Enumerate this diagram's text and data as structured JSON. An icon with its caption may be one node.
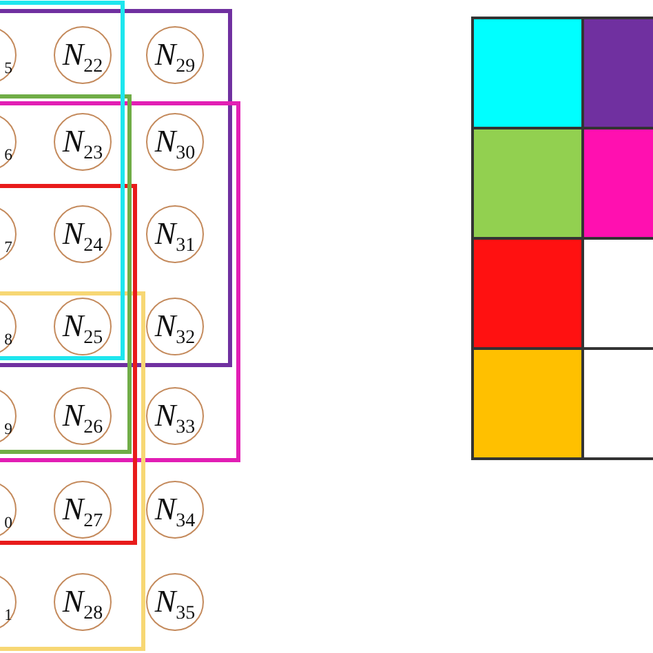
{
  "diagram": {
    "nodes": [
      {
        "text": [
          "$_{5}$"
        ]
      },
      {
        "text": [
          "*N*$_{22}$"
        ]
      },
      {
        "text": [
          "*N*$_{29}$"
        ]
      },
      {
        "text": [
          "$_{6}$"
        ]
      },
      {
        "text": [
          "*N*$_{23}$"
        ]
      },
      {
        "text": [
          "*N*$_{30}$"
        ]
      },
      {
        "text": [
          "$_{7}$"
        ]
      },
      {
        "text": [
          "*N*$_{24}$"
        ]
      },
      {
        "text": [
          "*N*$_{31}$"
        ]
      },
      {
        "text": [
          "$_{8}$"
        ]
      },
      {
        "text": [
          "*N*$_{25}$"
        ]
      },
      {
        "text": [
          "*N*$_{32}$"
        ]
      },
      {
        "text": [
          "$_{9}$"
        ]
      },
      {
        "text": [
          "*N*$_{26}$"
        ]
      },
      {
        "text": [
          "*N*$_{33}$"
        ]
      },
      {
        "text": [
          "$_{0}$"
        ]
      },
      {
        "text": [
          "*N*$_{27}$"
        ]
      },
      {
        "text": [
          "*N*$_{34}$"
        ]
      },
      {
        "text": [
          "$_{1}$"
        ]
      },
      {
        "text": [
          "*N*$_{28}$"
        ]
      },
      {
        "text": [
          "*N*$_{35}$"
        ]
      }
    ]
  }
}
